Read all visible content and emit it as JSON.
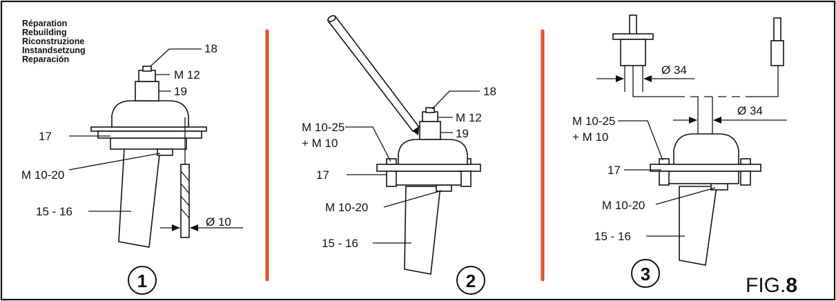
{
  "title_lines": [
    "Réparation",
    "Rebuilding",
    "Riconstruzione",
    "Instandsetzung",
    "Reparación"
  ],
  "step_numbers": [
    "1",
    "2",
    "3"
  ],
  "figure": {
    "prefix": "FIG.",
    "number": "8"
  },
  "panel1": {
    "nut": "18",
    "thread": "M 12",
    "shaft": "19",
    "flange": "17",
    "screw": "M 10-20",
    "tube": "15 - 16",
    "drill": "Ø 10"
  },
  "panel2": {
    "nut": "18",
    "thread": "M 12",
    "shaft": "19",
    "screw_top_1": "M 10-25",
    "screw_top_2": "+ M 10",
    "flange": "17",
    "screw": "M 10-20",
    "tube": "15 - 16"
  },
  "panel3": {
    "tool_dia": "Ø 34",
    "hole_dia": "Ø 34",
    "screw_top_1": "M 10-25",
    "screw_top_2": "+ M 10",
    "flange": "17",
    "screw": "M 10-20",
    "tube": "15 - 16"
  },
  "colors": {
    "separator": "#e8502e",
    "frame": "#111111"
  }
}
